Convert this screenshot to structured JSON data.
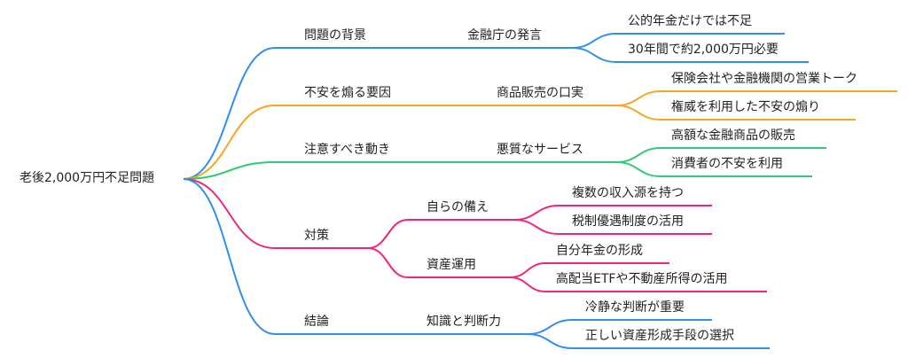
{
  "title": "老後2,000万円不足問題",
  "colors": {
    "blue": "#2f8ff0",
    "orange": "#f5a623",
    "green": "#2ecc71",
    "pink": "#f0267a"
  },
  "root": {
    "label": "老後2,000万円不足問題",
    "children": [
      {
        "label": "問題の背景",
        "color": "#2f8ff0",
        "children": [
          {
            "label": "金融庁の発言",
            "children": [
              {
                "label": "公的年金だけでは不足"
              },
              {
                "label": "30年間で約2,000万円必要"
              }
            ]
          }
        ]
      },
      {
        "label": "不安を煽る要因",
        "color": "#f5a623",
        "children": [
          {
            "label": "商品販売の口実",
            "children": [
              {
                "label": "保険会社や金融機関の営業トーク"
              },
              {
                "label": "権威を利用した不安の煽り"
              }
            ]
          }
        ]
      },
      {
        "label": "注意すべき動き",
        "color": "#2ecc71",
        "children": [
          {
            "label": "悪質なサービス",
            "children": [
              {
                "label": "高額な金融商品の販売"
              },
              {
                "label": "消費者の不安を利用"
              }
            ]
          }
        ]
      },
      {
        "label": "対策",
        "color": "#f0267a",
        "children": [
          {
            "label": "自らの備え",
            "children": [
              {
                "label": "複数の収入源を持つ"
              },
              {
                "label": "税制優遇制度の活用"
              }
            ]
          },
          {
            "label": "資産運用",
            "children": [
              {
                "label": "自分年金の形成"
              },
              {
                "label": "高配当ETFや不動産所得の活用"
              }
            ]
          }
        ]
      },
      {
        "label": "結論",
        "color": "#2f8ff0",
        "children": [
          {
            "label": "知識と判断力",
            "children": [
              {
                "label": "冷静な判断が重要"
              },
              {
                "label": "正しい資産形成手段の選択"
              }
            ]
          }
        ]
      }
    ]
  }
}
